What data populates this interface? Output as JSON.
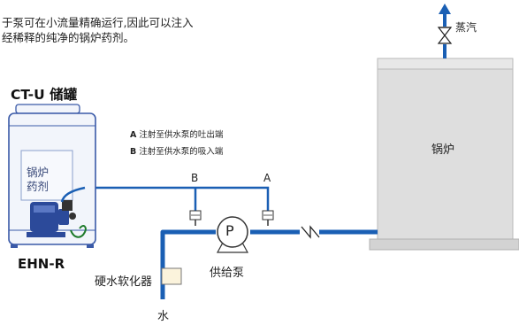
{
  "intro": {
    "line1": "于泵可在小流量精确运行,因此可以注入",
    "line2": "经稀释的纯净的锅炉药剂。"
  },
  "tank": {
    "title": "CT-U 储罐",
    "label_line1": "锅炉",
    "label_line2": "药剂"
  },
  "legend": {
    "a_key": "A",
    "a_text": "注射至供水泵的吐出端",
    "b_key": "B",
    "b_text": "注射至供水泵的吸入端"
  },
  "points": {
    "b": "B",
    "a": "A"
  },
  "pump_model": "EHN-R",
  "labels": {
    "steam": "蒸汽",
    "boiler": "锅炉",
    "feed_pump": "供给泵",
    "pump_symbol": "P",
    "softener": "硬水软化器",
    "water": "水"
  },
  "colors": {
    "pipe": "#1a5fb4",
    "tank_frame": "#3a5aa8",
    "boiler": "#dcdcdc",
    "pump_blue": "#2c4a9a"
  }
}
